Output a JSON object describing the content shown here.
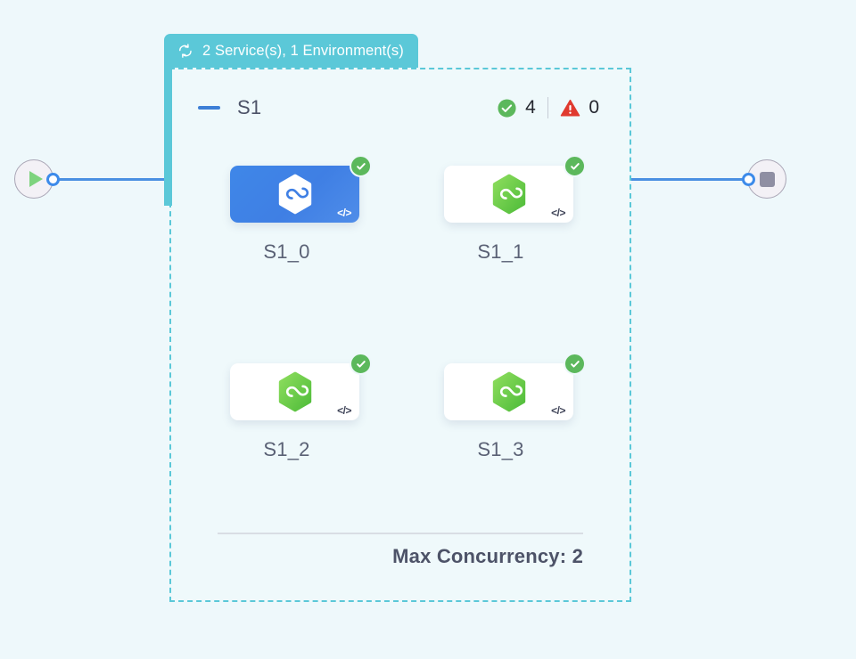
{
  "canvas": {
    "background_color": "#eef8fb",
    "accent_teal": "#5bc8d8",
    "accent_blue": "#4a90e2",
    "status_green": "#5cb85c",
    "status_red": "#e03a2f"
  },
  "start_node": {
    "icon": "play-icon",
    "label": "Start"
  },
  "end_node": {
    "icon": "stop-icon",
    "label": "End"
  },
  "group": {
    "header": {
      "icon": "loop-icon",
      "title": "2 Service(s), 1 Environment(s)"
    },
    "subgroup": {
      "collapse_icon": "minus-icon",
      "label": "S1",
      "status": {
        "success_icon": "check-circle-icon",
        "success_count": "4",
        "warning_icon": "warning-triangle-icon",
        "warning_count": "0"
      }
    },
    "tasks": [
      {
        "id": "S1_0",
        "label": "S1_0",
        "state": "selected",
        "icon": "hexagon-infinity-icon",
        "icon_color": "#ffffff",
        "badge": "check-circle-icon",
        "code_glyph": "</>"
      },
      {
        "id": "S1_1",
        "label": "S1_1",
        "state": "default",
        "icon": "hexagon-infinity-icon",
        "icon_color": "#6ccb4b",
        "badge": "check-circle-icon",
        "code_glyph": "</>"
      },
      {
        "id": "S1_2",
        "label": "S1_2",
        "state": "default",
        "icon": "hexagon-infinity-icon",
        "icon_color": "#6ccb4b",
        "badge": "check-circle-icon",
        "code_glyph": "</>"
      },
      {
        "id": "S1_3",
        "label": "S1_3",
        "state": "default",
        "icon": "hexagon-infinity-icon",
        "icon_color": "#6ccb4b",
        "badge": "check-circle-icon",
        "code_glyph": "</>"
      }
    ],
    "footer": {
      "max_concurrency_text": "Max Concurrency: 2"
    }
  }
}
